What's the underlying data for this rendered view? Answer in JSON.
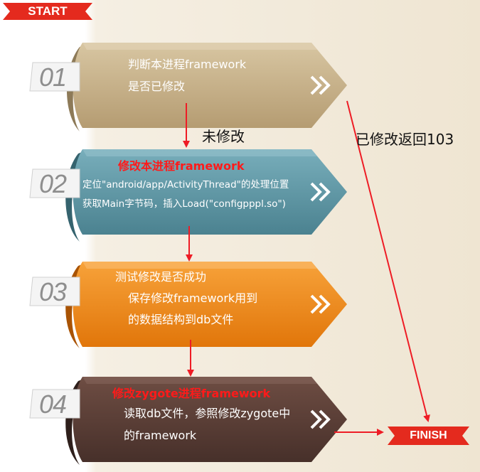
{
  "badges": {
    "start": "START",
    "finish": "FINISH"
  },
  "steps": [
    {
      "number": "01",
      "lines": [
        "判断本进程framework",
        "是否已修改"
      ],
      "color": "#c9b38b"
    },
    {
      "number": "02",
      "title": "修改本进程framework",
      "lines": [
        "定位\"android/app/ActivityThread\"的处理位置",
        "获取Main字节码，插入Load(\"configpppl.so\")"
      ],
      "color": "#5f95a3"
    },
    {
      "number": "03",
      "lines": [
        "测试修改是否成功",
        "保存修改framework用到",
        "的数据结构到db文件"
      ],
      "color": "#ef8b14"
    },
    {
      "number": "04",
      "title": "修改zygote进程framework",
      "lines": [
        "读取db文件，参照修改zygote中",
        "的framework"
      ],
      "color": "#5a3e36"
    }
  ],
  "labels": {
    "not_modified": "未修改",
    "modified_return": "已修改返回103"
  },
  "colors": {
    "arrow": "#ee1c25",
    "badge": "#e42a1e"
  }
}
